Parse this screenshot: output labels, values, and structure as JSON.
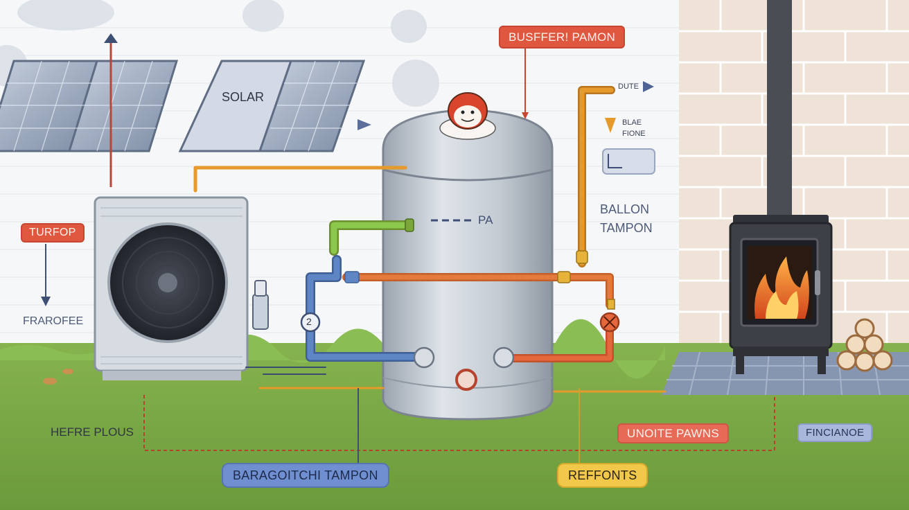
{
  "labels": {
    "buffer_pump": "BUSFFER! PAMON",
    "solar": "SOLAR",
    "turfop": "TURFOP",
    "frarofee": "FRAROFEE",
    "pa": "PA",
    "ballon_line1": "BALLON",
    "ballon_line2": "TAMPON",
    "dute": "DUTE",
    "side_note_line1": "BLAE",
    "side_note_line2": "FIONE",
    "hefre_plous": "HEFRE PLOUS",
    "baragoitchi": "BARAGOITCHI TAMPON",
    "reffonts": "REFFONTS",
    "unoite_pawns": "UNOITE PAWNS",
    "fincianoe": "FINCIANOE",
    "gauge_number": "2"
  },
  "colors": {
    "hot_pipe": "#e47a3c",
    "return_pipe": "#5f86c4",
    "solar_pipe": "#e69a2c",
    "green_pipe": "#8cc84b",
    "tank": "#c6ccd4",
    "stove": "#3d4046",
    "fire": "#f39a24",
    "grass": "#79a845",
    "brick_wall": "#efe2d6"
  }
}
